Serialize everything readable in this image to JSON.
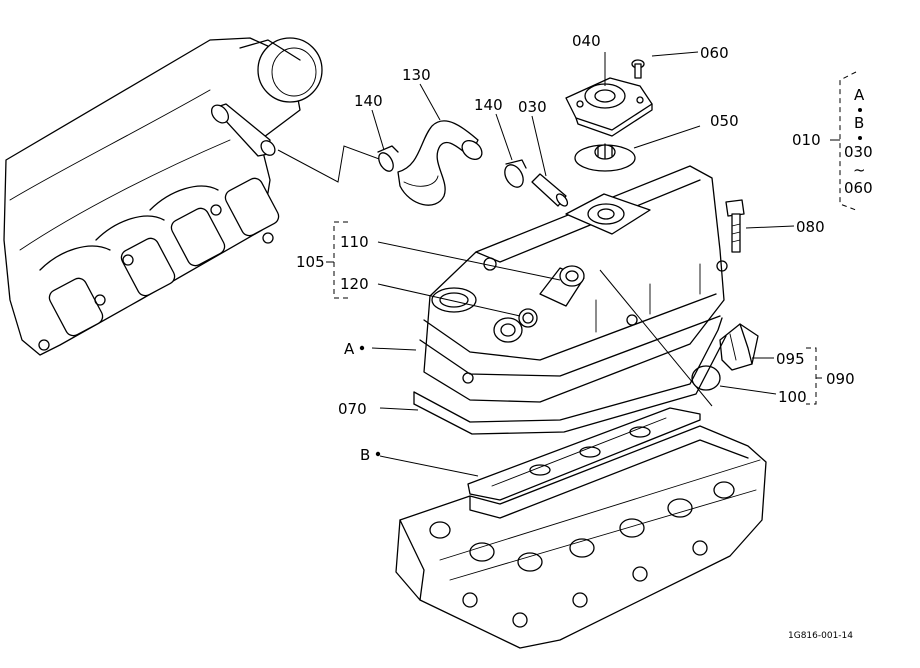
{
  "diagram": {
    "part_labels": {
      "p040": "040",
      "p060_top": "060",
      "p130": "130",
      "p140_left": "140",
      "p140_right": "140",
      "p030": "030",
      "p050": "050",
      "p010": "010",
      "p080": "080",
      "p105": "105",
      "p110": "110",
      "p120": "120",
      "p095": "095",
      "p090": "090",
      "p100": "100",
      "p070": "070"
    },
    "ref_labels": {
      "ref_a": "A",
      "ref_b": "B"
    },
    "set_legend": {
      "line1": "A",
      "line2": "B",
      "line3": "030",
      "tilde": "~",
      "line4": "060"
    },
    "drawing_code": "1G816-001-14"
  }
}
